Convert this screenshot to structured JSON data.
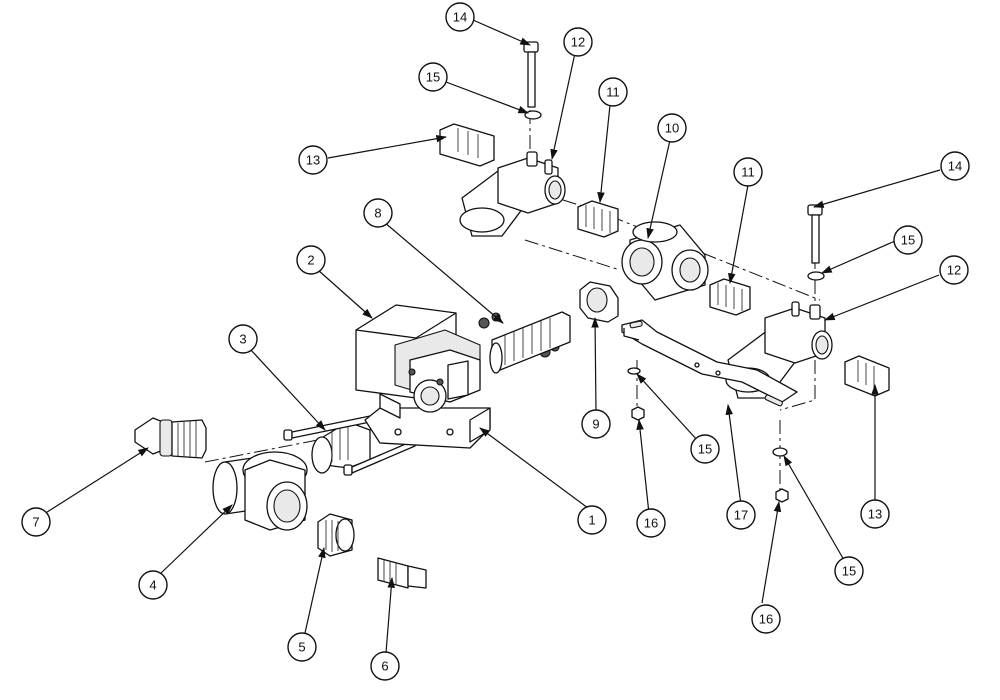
{
  "diagram": {
    "callouts": [
      {
        "label": "1"
      },
      {
        "label": "2"
      },
      {
        "label": "3"
      },
      {
        "label": "4"
      },
      {
        "label": "5"
      },
      {
        "label": "6"
      },
      {
        "label": "7"
      },
      {
        "label": "8"
      },
      {
        "label": "9"
      },
      {
        "label": "10"
      },
      {
        "label": "11"
      },
      {
        "label": "11"
      },
      {
        "label": "12"
      },
      {
        "label": "12"
      },
      {
        "label": "13"
      },
      {
        "label": "13"
      },
      {
        "label": "14"
      },
      {
        "label": "14"
      },
      {
        "label": "15"
      },
      {
        "label": "15"
      },
      {
        "label": "15"
      },
      {
        "label": "15"
      },
      {
        "label": "16"
      },
      {
        "label": "16"
      },
      {
        "label": "17"
      }
    ]
  },
  "colors": {
    "ink": "#111111",
    "background": "#ffffff",
    "shade": "#e9e9e9"
  }
}
